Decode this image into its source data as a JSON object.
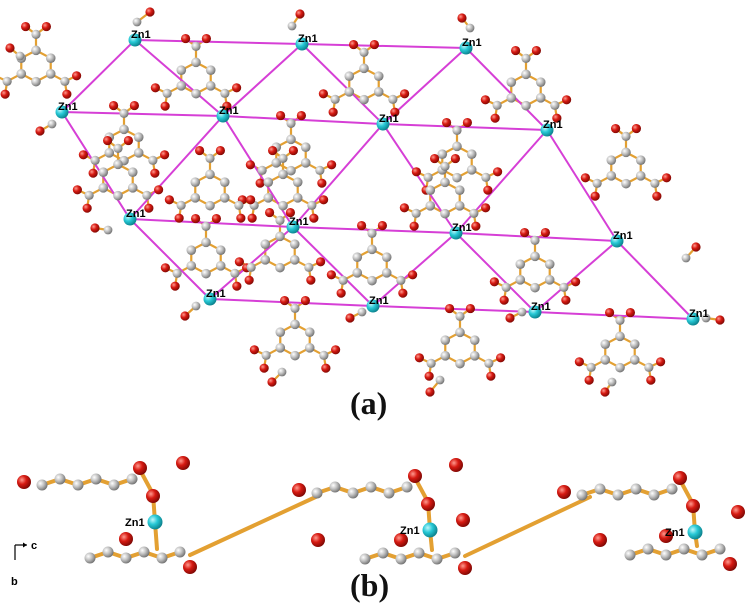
{
  "figure": {
    "panel_a": {
      "label": "(a)",
      "atom_label": "Zn1"
    },
    "panel_b": {
      "label": "(b)",
      "atom_label": "Zn1",
      "axis_c": "c",
      "axis_b": "b"
    }
  },
  "colors": {
    "background": "#ffffff",
    "network_line": "#d63fd6",
    "bond": "#e3a032",
    "zinc": "#27c9d6",
    "oxygen": "#d71a12",
    "carbon": "#b4b4b4"
  }
}
